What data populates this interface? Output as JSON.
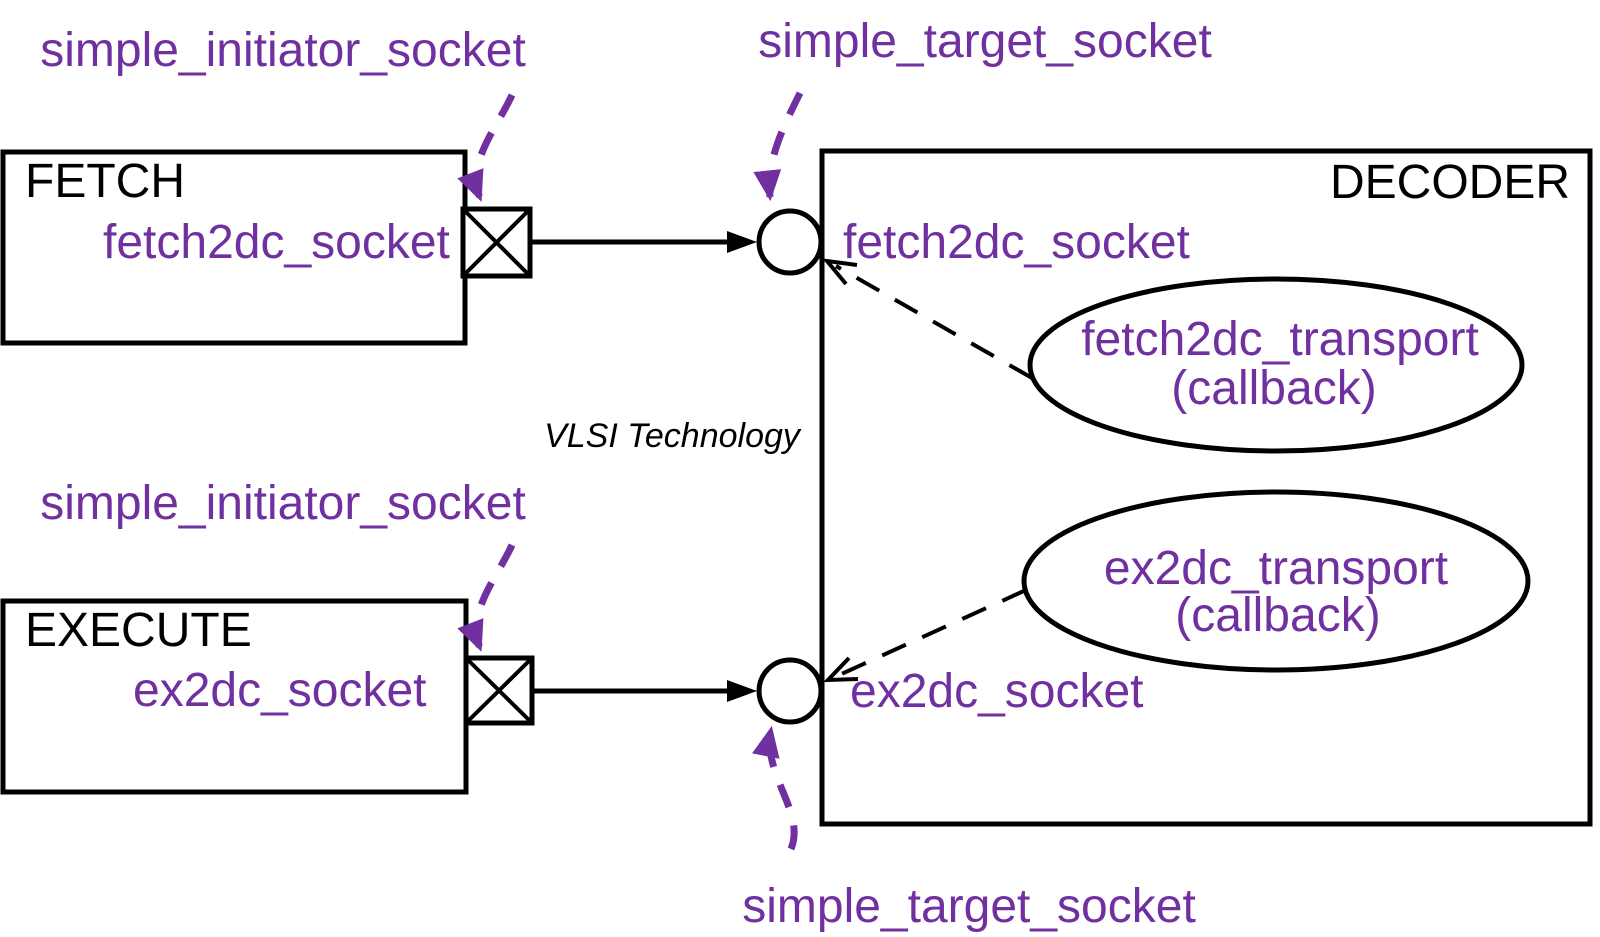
{
  "diagram": {
    "kind": "TLM socket connection block diagram",
    "colors": {
      "accent_purple": "#7030A0",
      "line_black": "#000000",
      "background": "#ffffff"
    },
    "annotations": {
      "initiator_top": "simple_initiator_socket",
      "target_top": "simple_target_socket",
      "initiator_mid": "simple_initiator_socket",
      "target_bottom": "simple_target_socket",
      "vlsi_note": "VLSI Technology"
    },
    "blocks": {
      "fetch": {
        "title": "FETCH",
        "socket_label": "fetch2dc_socket"
      },
      "execute": {
        "title": "EXECUTE",
        "socket_label": "ex2dc_socket"
      },
      "decoder": {
        "title": "DECODER",
        "fetch_socket_label": "fetch2dc_socket",
        "ex_socket_label": "ex2dc_socket",
        "fetch_transport": {
          "line1": "fetch2dc_transport",
          "line2": "(callback)"
        },
        "ex_transport": {
          "line1": "ex2dc_transport",
          "line2": "(callback)"
        }
      }
    },
    "icons": {
      "initiator_socket_symbol": "boxed-x-icon",
      "target_socket_symbol": "circle-port-icon",
      "pointer_style": "dashed-purple-arrow"
    }
  }
}
